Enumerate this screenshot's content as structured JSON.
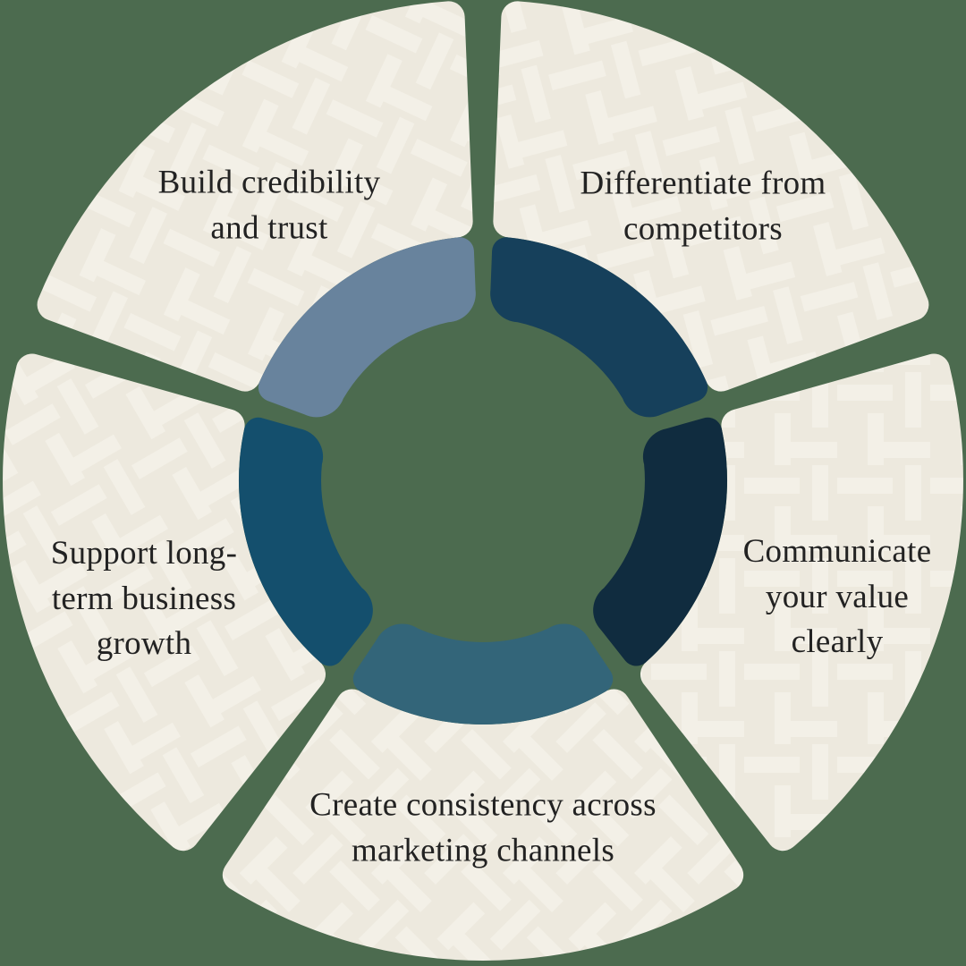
{
  "background_color": "#4C6B4F",
  "wheel": {
    "sector_fill": "#EDE9DE",
    "sector_pattern_color": "#F3F0E7",
    "text_color": "#222222",
    "segments": [
      {
        "id": "build",
        "label": "Build credibility\nand trust",
        "ring_color": "#68839D",
        "slot_start": 198,
        "slot_end": 270,
        "pattern_rotation": 25
      },
      {
        "id": "differentiate",
        "label": "Differentiate from\ncompetitors",
        "ring_color": "#16405B",
        "slot_start": -90,
        "slot_end": -18,
        "pattern_rotation": -15
      },
      {
        "id": "communicate",
        "label": "Communicate\nyour value\nclearly",
        "ring_color": "#102C3F",
        "slot_start": -18,
        "slot_end": 54,
        "pattern_rotation": 0
      },
      {
        "id": "create",
        "label": "Create consistency across\nmarketing channels",
        "ring_color": "#336579",
        "slot_start": 54,
        "slot_end": 126,
        "pattern_rotation": 45
      },
      {
        "id": "support",
        "label": "Support long-\nterm business\ngrowth",
        "ring_color": "#144F6D",
        "slot_start": 126,
        "slot_end": 198,
        "pattern_rotation": -30
      }
    ]
  }
}
